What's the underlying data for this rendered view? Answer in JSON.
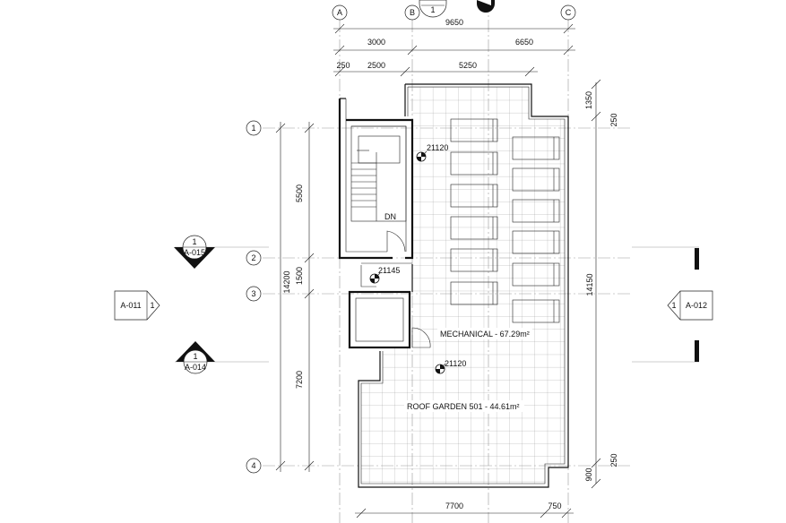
{
  "grid_columns": [
    {
      "id": "A",
      "label": "A"
    },
    {
      "id": "B",
      "label": "B"
    },
    {
      "id": "C",
      "label": "C"
    }
  ],
  "grid_rows": [
    {
      "id": "1",
      "label": "1"
    },
    {
      "id": "2",
      "label": "2"
    },
    {
      "id": "3",
      "label": "3"
    },
    {
      "id": "4",
      "label": "4"
    }
  ],
  "dimensions": {
    "top_overall": "9650",
    "top_ab": "3000",
    "top_bc": "6650",
    "top2_a": "250",
    "top2_b": "2500",
    "top2_c": "5250",
    "left_overall": "14200",
    "left_12": "5500",
    "left_23": "1500",
    "left_34": "7200",
    "right_overall": "14150",
    "right_top_a": "1350",
    "right_top_b": "250",
    "right_bottom_a": "900",
    "right_bottom_b": "250",
    "bottom_a": "7700",
    "bottom_b": "750"
  },
  "rooms": [
    {
      "name": "MECHANICAL - 67.29m²"
    },
    {
      "name": "ROOF GARDEN 501 - 44.61m²"
    }
  ],
  "spot_levels": [
    {
      "value": "21120"
    },
    {
      "value": "21145"
    },
    {
      "value": "21120"
    }
  ],
  "stair_label": "DN",
  "section_markers": [
    {
      "number": "1",
      "sheet": "A-015"
    },
    {
      "number": "1",
      "sheet": "A-014"
    }
  ],
  "elevation_markers": [
    {
      "number": "1",
      "sheet": "A-011"
    },
    {
      "number": "1",
      "sheet": "A-012"
    }
  ],
  "top_marker": {
    "number": "1"
  }
}
